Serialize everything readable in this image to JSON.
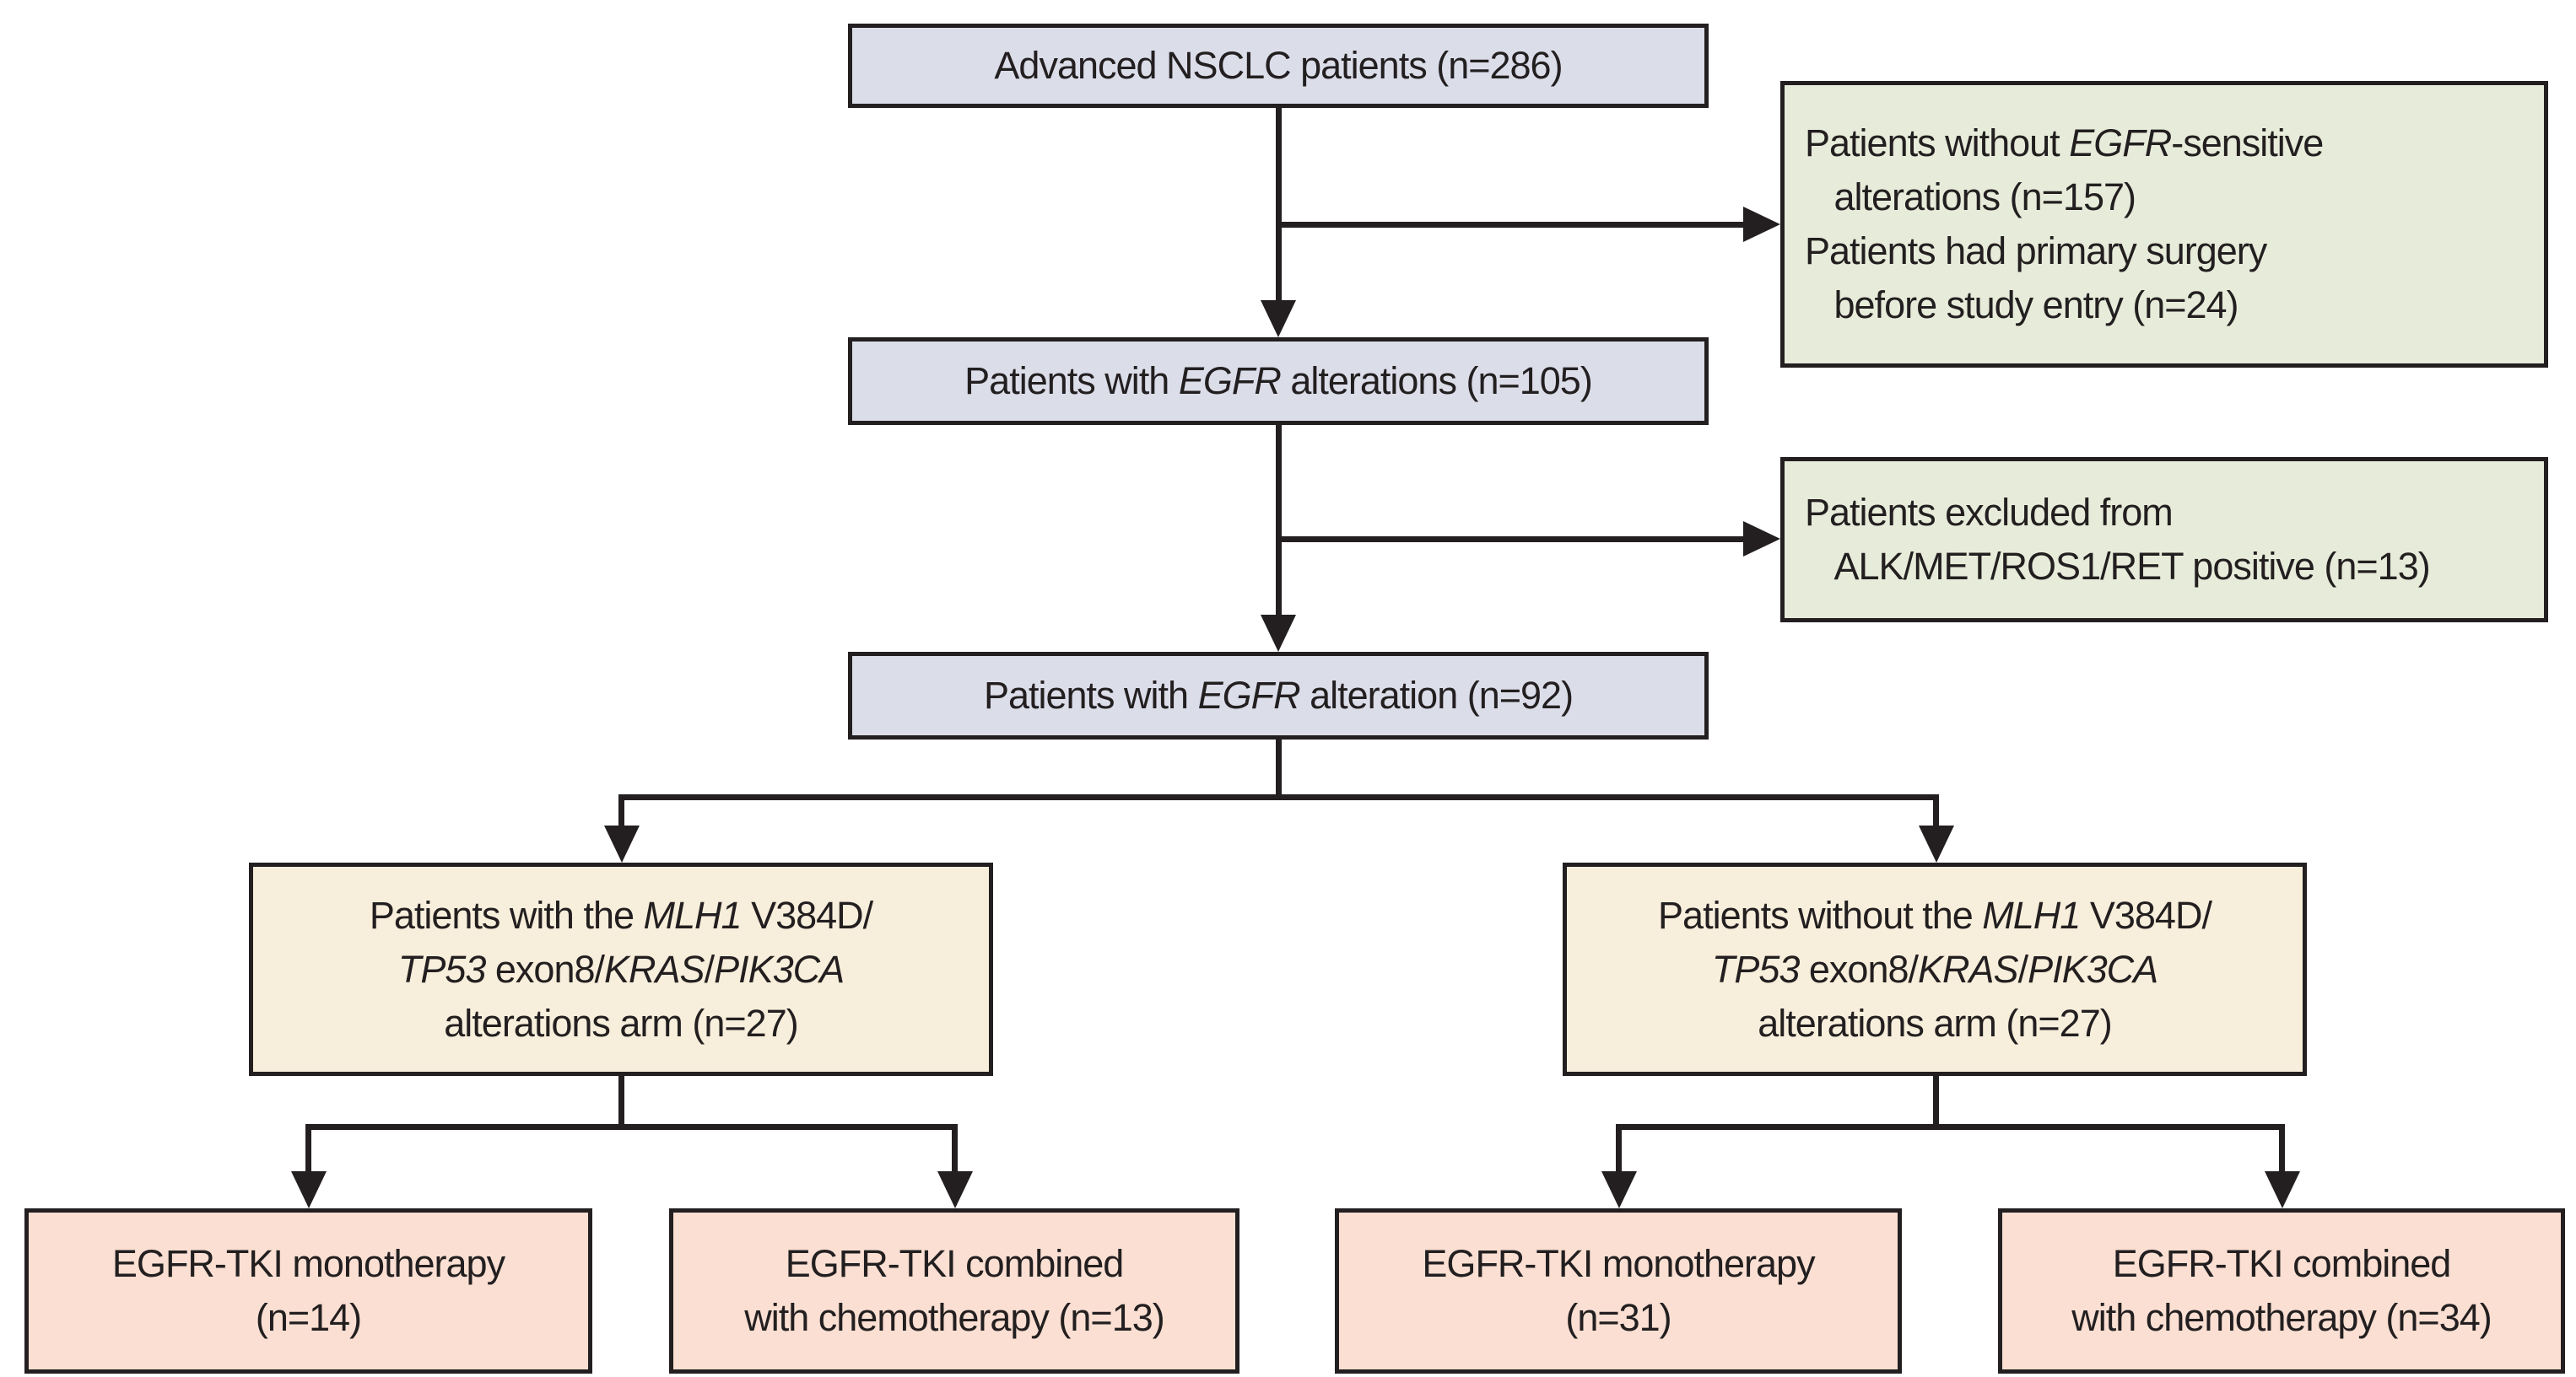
{
  "colors": {
    "canvas-bg": "#ffffff",
    "line": "#231f20",
    "fill-lavender": "#dbdde9",
    "fill-green": "#e7ecda",
    "fill-cream": "#f7eedb",
    "fill-pink": "#fadfd2"
  },
  "nodes": {
    "advanced_nsclc": {
      "n": 286,
      "lines": [
        [
          {
            "t": "Advanced NSCLC patients (n=286)"
          }
        ]
      ]
    },
    "egfr_alterations_105": {
      "n": 105,
      "lines": [
        [
          {
            "t": "Patients with "
          },
          {
            "t": "EGFR",
            "i": true
          },
          {
            "t": " alterations (n=105)"
          }
        ]
      ]
    },
    "egfr_alteration_92": {
      "n": 92,
      "lines": [
        [
          {
            "t": "Patients with "
          },
          {
            "t": "EGFR",
            "i": true
          },
          {
            "t": " alteration (n=92)"
          }
        ]
      ]
    },
    "excluded_egfr_sensitive": {
      "lines": [
        [
          {
            "t": "Patients without "
          },
          {
            "t": "EGFR",
            "i": true
          },
          {
            "t": "-sensitive"
          }
        ],
        [
          {
            "t": "   alterations (n=157)"
          }
        ],
        [
          {
            "t": "Patients had primary surgery"
          }
        ],
        [
          {
            "t": "   before study entry (n=24)"
          }
        ]
      ]
    },
    "excluded_alk_met_ros1_ret": {
      "lines": [
        [
          {
            "t": "Patients excluded from"
          }
        ],
        [
          {
            "t": "   ALK/MET/ROS1/RET positive (n=13)"
          }
        ]
      ]
    },
    "arm_with_alterations": {
      "n": 27,
      "lines": [
        [
          {
            "t": "Patients with the "
          },
          {
            "t": "MLH1",
            "i": true
          },
          {
            "t": " V384D/"
          }
        ],
        [
          {
            "t": "TP53",
            "i": true
          },
          {
            "t": " exon8/"
          },
          {
            "t": "KRAS",
            "i": true
          },
          {
            "t": "/"
          },
          {
            "t": "PIK3CA",
            "i": true
          }
        ],
        [
          {
            "t": "alterations arm (n=27)"
          }
        ]
      ]
    },
    "arm_without_alterations": {
      "n": 27,
      "lines": [
        [
          {
            "t": "Patients without the "
          },
          {
            "t": "MLH1",
            "i": true
          },
          {
            "t": " V384D/"
          }
        ],
        [
          {
            "t": "TP53",
            "i": true
          },
          {
            "t": " exon8/"
          },
          {
            "t": "KRAS",
            "i": true
          },
          {
            "t": "/"
          },
          {
            "t": "PIK3CA",
            "i": true
          }
        ],
        [
          {
            "t": "alterations arm (n=27)"
          }
        ]
      ]
    },
    "tki_mono_with_arm": {
      "n": 14,
      "lines": [
        [
          {
            "t": "EGFR-TKI monotherapy"
          }
        ],
        [
          {
            "t": "(n=14)"
          }
        ]
      ]
    },
    "tki_combo_with_arm": {
      "n": 13,
      "lines": [
        [
          {
            "t": "EGFR-TKI combined"
          }
        ],
        [
          {
            "t": "with chemotherapy (n=13)"
          }
        ]
      ]
    },
    "tki_mono_without_arm": {
      "n": 31,
      "lines": [
        [
          {
            "t": "EGFR-TKI monotherapy"
          }
        ],
        [
          {
            "t": "(n=31)"
          }
        ]
      ]
    },
    "tki_combo_without_arm": {
      "n": 34,
      "lines": [
        [
          {
            "t": "EGFR-TKI combined"
          }
        ],
        [
          {
            "t": "with chemotherapy (n=34)"
          }
        ]
      ]
    }
  }
}
